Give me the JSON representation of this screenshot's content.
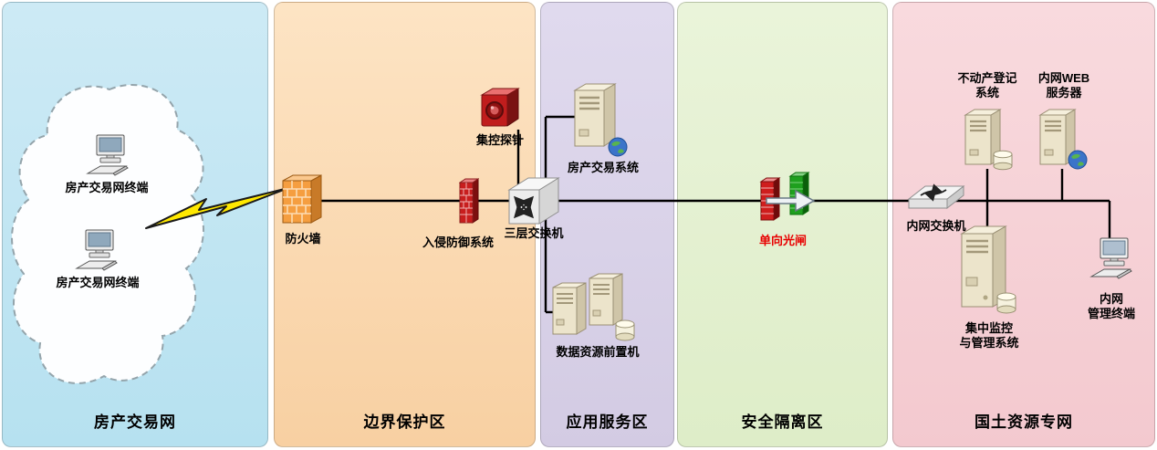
{
  "zones": {
    "trade_net": {
      "label": "房产交易网",
      "color": "#bfe3f1"
    },
    "border_protect": {
      "label": "边界保护区",
      "color": "#fbd8ab"
    },
    "app_service": {
      "label": "应用服务区",
      "color": "#d9d2e7"
    },
    "isolation": {
      "label": "安全隔离区",
      "color": "#e6f0d4"
    },
    "land_resource": {
      "label": "国土资源专网",
      "color": "#f6d1d6"
    }
  },
  "nodes": {
    "terminal_top": {
      "label": "房产交易网终端"
    },
    "terminal_bottom": {
      "label": "房产交易网终端"
    },
    "firewall": {
      "label": "防火墙"
    },
    "ips": {
      "label": "入侵防御系统"
    },
    "probe": {
      "label": "集控探针"
    },
    "l3_switch": {
      "label": "三层交换机"
    },
    "trade_system": {
      "label": "房产交易系统"
    },
    "front_machine": {
      "label": "数据资源前置机"
    },
    "optical_gate": {
      "label": "单向光闸",
      "label_color": "#e80000"
    },
    "intranet_switch": {
      "label": "内网交换机"
    },
    "registration_system": {
      "line1": "不动产登记",
      "line2": "系统"
    },
    "web_server": {
      "line1": "内网WEB",
      "line2": "服务器"
    },
    "monitoring_system": {
      "line1": "集中监控",
      "line2": "与管理系统"
    },
    "mgmt_terminal": {
      "line1": "内网",
      "line2": "管理终端"
    }
  }
}
